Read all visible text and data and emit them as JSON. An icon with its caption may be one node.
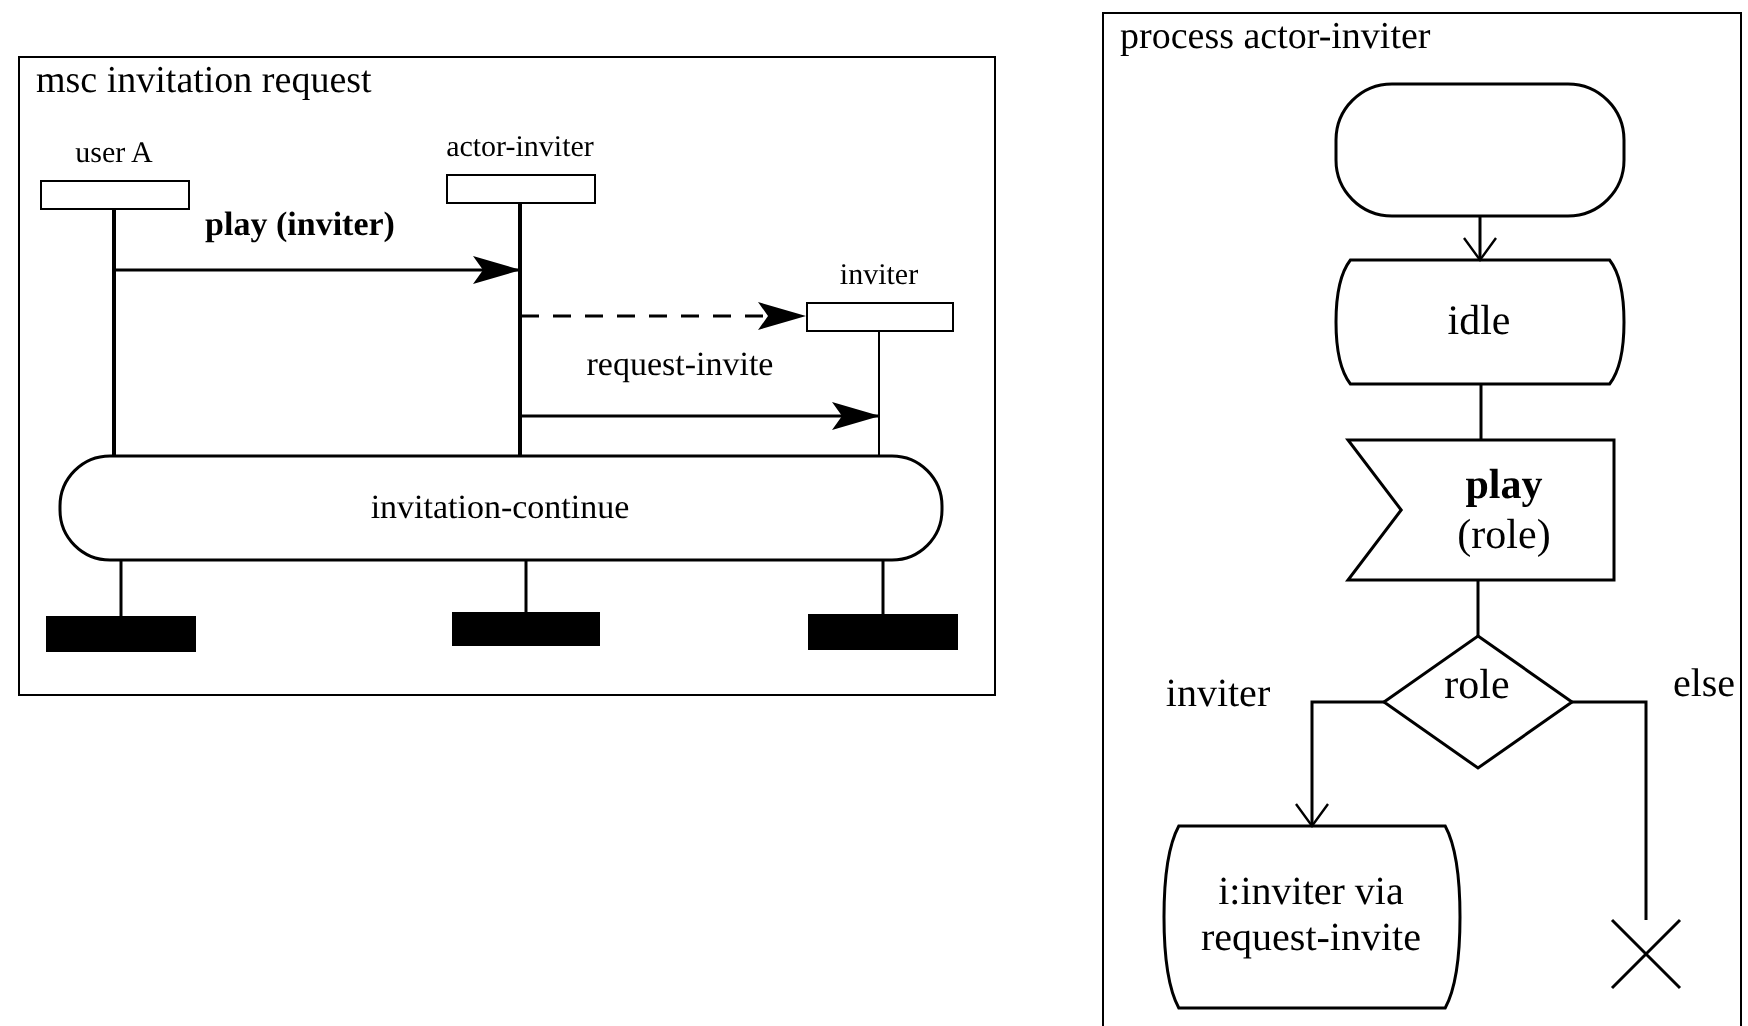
{
  "diagram": {
    "nodes": [
      {
        "text": [
          "msc invitation request"
        ]
      },
      {
        "text": [
          "user A"
        ],
        "in": 0
      },
      {
        "text": [
          "actor-inviter"
        ],
        "in": 0
      },
      {
        "text": [
          "inviter"
        ],
        "in": 0
      },
      {
        "text": [
          "invitation-continue"
        ],
        "in": 0
      },
      {
        "text": [],
        "shape": "bar",
        "in": 0
      },
      {
        "text": [],
        "shape": "bar",
        "in": 0
      },
      {
        "text": [],
        "shape": "bar",
        "in": 0
      },
      {
        "text": [
          "process actor-inviter"
        ]
      },
      {
        "text": [],
        "shape": "box",
        "in": 8
      },
      {
        "text": [
          "idle"
        ],
        "in": 8
      },
      {
        "text": [
          "**play** (role)"
        ],
        "in": 8
      },
      {
        "text": [
          "role"
        ],
        "in": 8
      },
      {
        "text": [
          "i:inviter via request-invite"
        ],
        "in": 8
      },
      {
        "text": [],
        "shape": "cross",
        "in": 8
      }
    ],
    "edges": [
      {
        "from": 1,
        "to": 2,
        "arrow": "to",
        "label": "play (inviter)"
      },
      {
        "from": 2,
        "to": 3,
        "arrow": "to",
        "style": "dashed"
      },
      {
        "from": 2,
        "to": 3,
        "arrow": "to",
        "label": "request-invite"
      },
      {
        "from": 4,
        "to": 5,
        "arrow": "none"
      },
      {
        "from": 4,
        "to": 6,
        "arrow": "none"
      },
      {
        "from": 4,
        "to": 7,
        "arrow": "none"
      },
      {
        "from": 9,
        "to": 10,
        "arrow": "to"
      },
      {
        "from": 10,
        "to": 11,
        "arrow": "none"
      },
      {
        "from": 11,
        "to": 12,
        "arrow": "none"
      },
      {
        "from": 12,
        "to": 13,
        "arrow": "to",
        "label": "inviter"
      },
      {
        "from": 12,
        "to": 14,
        "arrow": "none",
        "label": "else"
      }
    ]
  }
}
